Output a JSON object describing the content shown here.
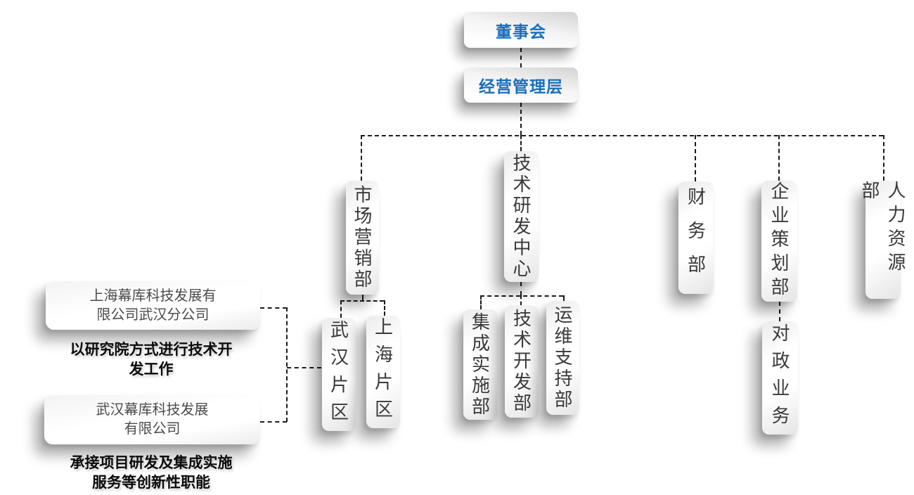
{
  "meta": {
    "type": "org-chart"
  },
  "colors": {
    "accent_blue": "#1b6fbd",
    "node_text": "#3a3a3a",
    "line": "#1b1b1b"
  },
  "root": {
    "board": {
      "label": "董事会"
    },
    "management": {
      "label": "经营管理层"
    }
  },
  "departments": [
    {
      "id": "marketing",
      "label": "市场营销部"
    },
    {
      "id": "rnd-center",
      "label": "技术研发中心"
    },
    {
      "id": "finance",
      "label": "财务部"
    },
    {
      "id": "planning",
      "label": "企业策划部"
    },
    {
      "id": "hr",
      "label": "人力资源部"
    }
  ],
  "sub_units": {
    "marketing": [
      {
        "label": "武汉片区"
      },
      {
        "label": "上海片区"
      }
    ],
    "rnd": [
      {
        "label": "集成实施部"
      },
      {
        "label": "技术开发部"
      },
      {
        "label": "运维支持部"
      }
    ],
    "planning": [
      {
        "label": "对政业务"
      }
    ]
  },
  "affiliates": [
    {
      "name_lines": [
        "上海幕库科技发展有",
        "限公司武汉分公司"
      ],
      "note_lines": [
        "以研究院方式进行技术开",
        "发工作"
      ]
    },
    {
      "name_lines": [
        "武汉幕库科技发展",
        "有限公司"
      ],
      "note_lines": [
        "承接项目研发及集成实施",
        "服务等创新性职能"
      ]
    }
  ]
}
